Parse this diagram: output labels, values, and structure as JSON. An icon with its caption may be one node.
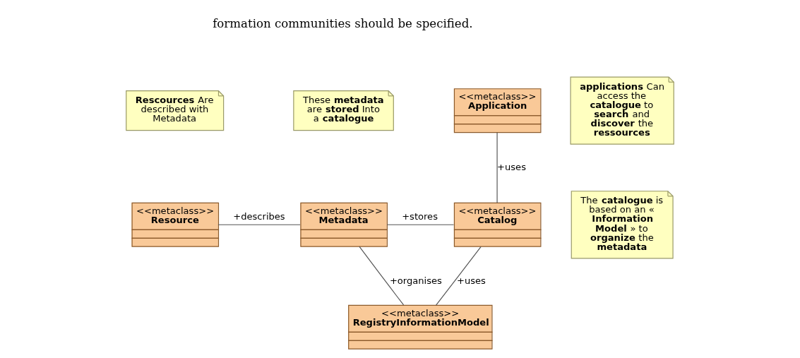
{
  "diagram": {
    "nodes": [
      {
        "text": [
          "**Rescources** Are described with Metadata"
        ]
      },
      {
        "text": [
          "These **metadata** are **stored** Into a **catalogue**"
        ]
      },
      {
        "text": [
          "<<metaclass>>",
          "Application"
        ]
      },
      {
        "text": [
          "**applications** Can access the **catalogue** to **search** and **discover** the **ressources**"
        ]
      },
      {
        "text": [
          "<<metaclass>>",
          "Resource"
        ]
      },
      {
        "text": [
          "<<metaclass>>",
          "Metadata"
        ]
      },
      {
        "text": [
          "<<metaclass>>",
          "Catalog"
        ]
      },
      {
        "text": [
          "The **catalogue** is based on an « **Information Model** » to **organize** the **metadata**"
        ]
      },
      {
        "text": [
          "<<metaclass>>",
          "RegistryInformationModel"
        ]
      }
    ],
    "edges": [
      {
        "from": 4,
        "to": 5,
        "arrow": "none",
        "label": "+describes"
      },
      {
        "from": 5,
        "to": 6,
        "arrow": "none",
        "label": "+stores"
      },
      {
        "from": 6,
        "to": 2,
        "arrow": "none",
        "label": "+uses"
      },
      {
        "from": 5,
        "to": 8,
        "arrow": "none",
        "label": "+organises"
      },
      {
        "from": 6,
        "to": 8,
        "arrow": "none",
        "label": "+uses"
      }
    ],
    "labels": [
      "formation communities should be specified."
    ]
  }
}
